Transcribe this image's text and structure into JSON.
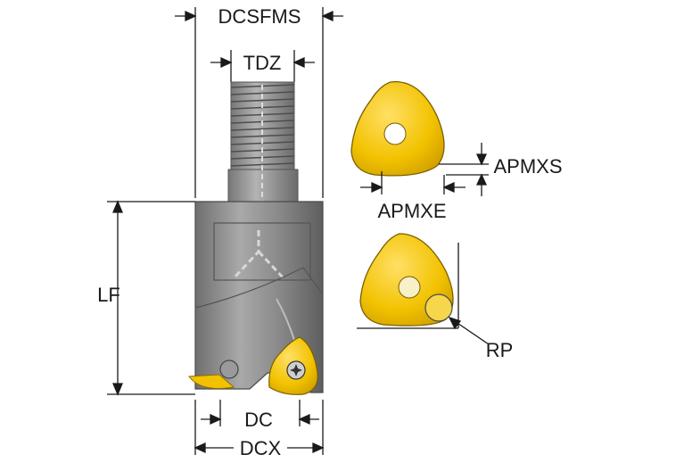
{
  "labels": {
    "dcsfms": "DCSFMS",
    "tdz": "TDZ",
    "apmxs": "APMXS",
    "apmxe": "APMXE",
    "lf": "LF",
    "rp": "RP",
    "dc": "DC",
    "dcx": "DCX"
  },
  "colors": {
    "insert_yellow": "#f2c200",
    "body_gray": "#8c8c8c",
    "dim_line": "#1a1a1a"
  },
  "icons": {
    "insert_screw": "torx-screw-icon"
  }
}
